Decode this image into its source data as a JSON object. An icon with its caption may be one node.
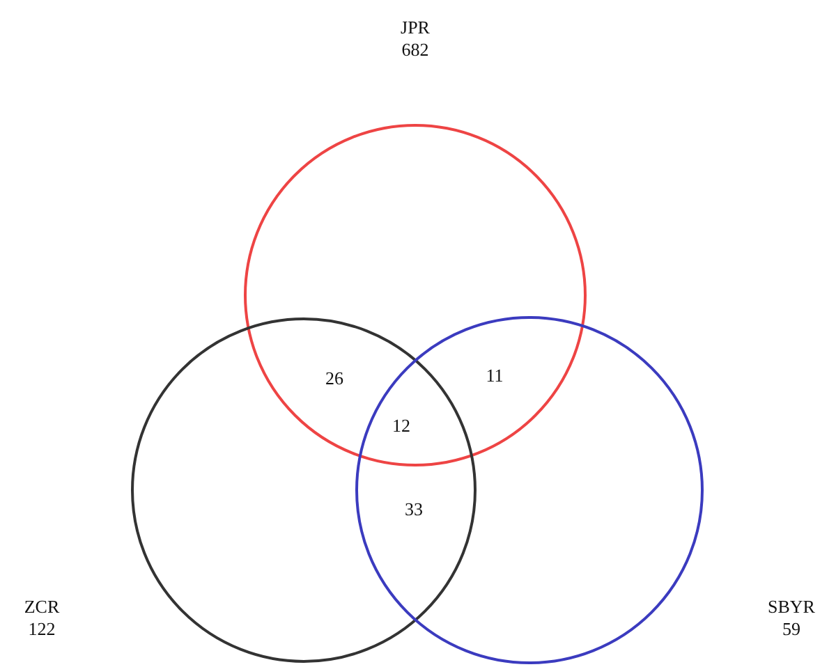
{
  "diagram": {
    "nodes": [
      {
        "text": [
          "JPR",
          "682"
        ]
      },
      {
        "text": [
          "ZCR",
          "122"
        ]
      },
      {
        "text": [
          "SBYR",
          "59"
        ]
      }
    ],
    "labels": [
      "26",
      "11",
      "12",
      "33"
    ]
  }
}
